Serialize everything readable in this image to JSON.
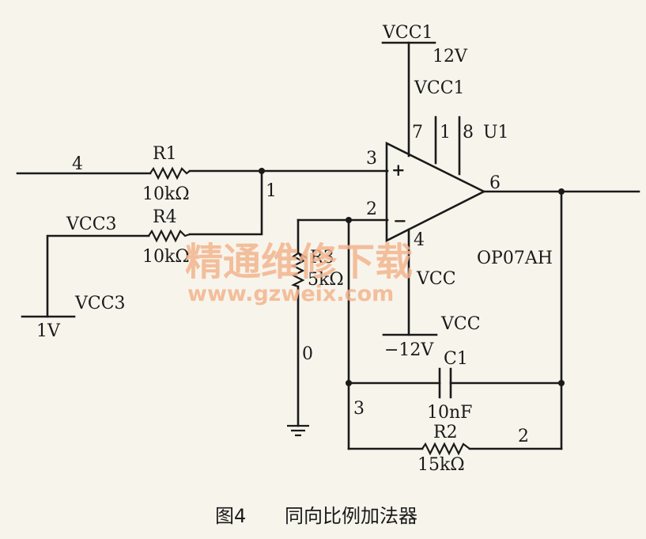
{
  "colors": {
    "ink": "#1a1a1a",
    "background": "#f7f4ec",
    "watermark": "#f3b58e"
  },
  "net_labels": {
    "vcc1_top": "VCC1",
    "v12": "12V",
    "vcc1_mid": "VCC1",
    "pin7": "7",
    "pin1": "1",
    "pin8": "8",
    "u1": "U1",
    "pin3": "3",
    "pin2": "2",
    "pin6": "6",
    "pin4": "4",
    "node4": "4",
    "node1": "1",
    "vcc3_top": "VCC3",
    "vcc3_bottom": "VCC3",
    "v1": "1V",
    "opamp_part": "OP07AH",
    "vcc_a": "VCC",
    "vcc_b": "VCC",
    "vneg12": "−12V",
    "node0": "0",
    "node3": "3",
    "node2": "2"
  },
  "components": {
    "r1_name": "R1",
    "r1_value": "10kΩ",
    "r4_name": "R4",
    "r4_value": "10kΩ",
    "r3_name": "R3",
    "r3_value": "5kΩ",
    "c1_name": "C1",
    "c1_value": "10nF",
    "r2_name": "R2",
    "r2_value": "15kΩ"
  },
  "opamp_signs": {
    "plus": "+",
    "minus": "−"
  },
  "watermark": {
    "cn": "精通维修下载",
    "url": "www.gzweix.com"
  },
  "caption": {
    "figure": "图4",
    "title": "同向比例加法器"
  }
}
